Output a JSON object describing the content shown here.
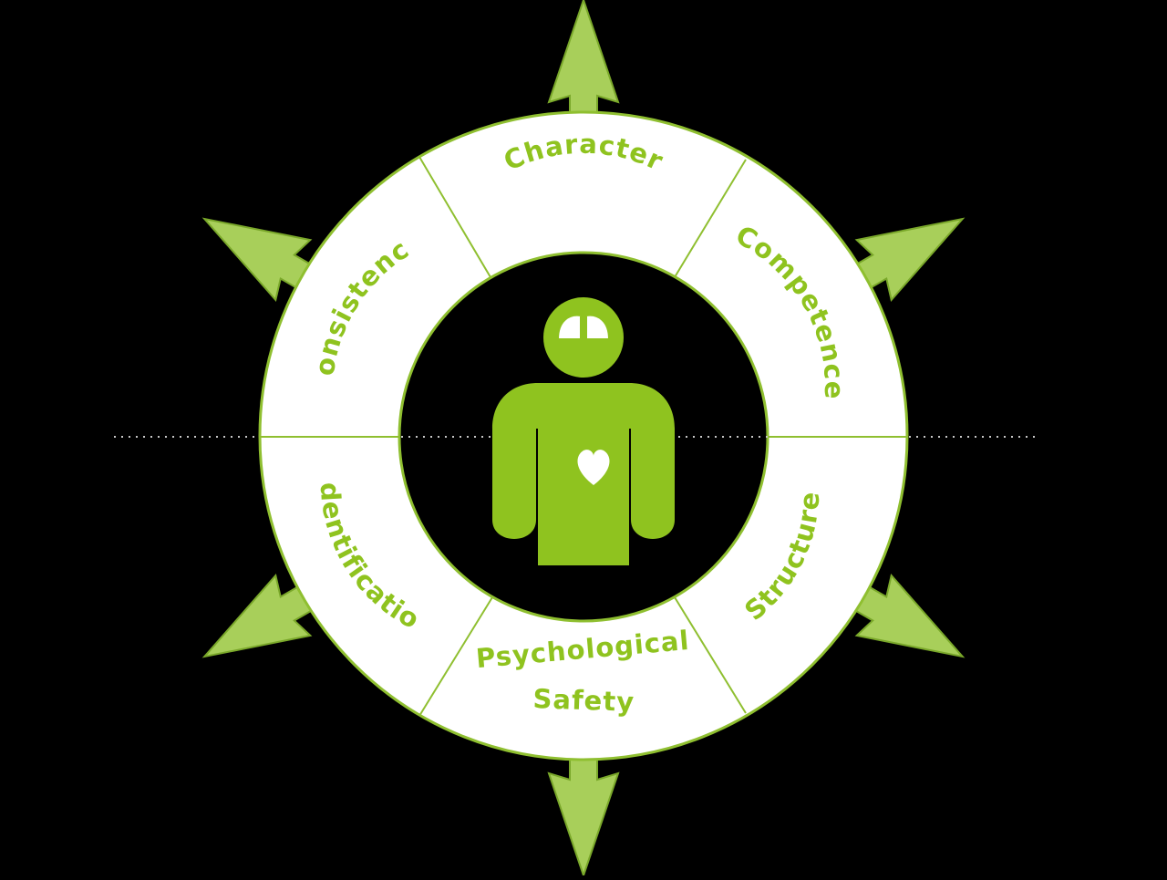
{
  "colors": {
    "background": "#000000",
    "ring_fill": "#ffffff",
    "ring_stroke": "#8fbf30",
    "arrow_fill": "#a8cf5a",
    "arrow_stroke": "#7aa82a",
    "person_fill": "#8fc31f",
    "text": "#8fc31f",
    "divider_dots": "#c8c8c8"
  },
  "icons": {
    "person": "person-icon",
    "brain": "brain-icon",
    "heart": "heart-icon",
    "arrow": "arrow-icon"
  },
  "segments": [
    {
      "label": "Character"
    },
    {
      "label": "Competence"
    },
    {
      "label": "Structure"
    },
    {
      "label": "Psychological",
      "label2": "Safety"
    },
    {
      "label": "Identification"
    },
    {
      "label": "Consistency"
    }
  ]
}
